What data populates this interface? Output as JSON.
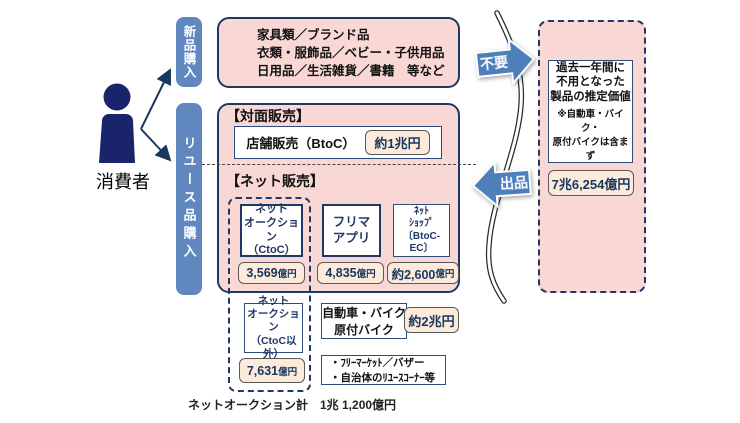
{
  "consumer": {
    "label": "消費者"
  },
  "bars": {
    "new_purchase": "新品購入",
    "reuse_purchase": "リユース品購入"
  },
  "flow_arrows": {
    "unneeded": "不要",
    "list_item": "出品"
  },
  "new_items_box": {
    "line1": "家具類／ブランド品",
    "line2": "衣類・服飾品／ベビー・子供用品",
    "line3": "日用品／生活雑貨／書籍　等など"
  },
  "reuse_box": {
    "face_heading": "【対面販売】",
    "store_label": "店舗販売（BtoC）",
    "store_value": "約1兆円",
    "net_heading": "【ネット販売】"
  },
  "net_channels": {
    "ctoc": {
      "line1": "ネット",
      "line2": "オークション",
      "line3": "（CtoC）",
      "value": "3,569",
      "unit": "億円"
    },
    "furima": {
      "line1": "フリマ",
      "line2": "アプリ",
      "value": "4,835",
      "unit": "億円"
    },
    "netshop": {
      "line1": "ﾈｯﾄ",
      "line2": "ｼｮｯﾌﾟ",
      "line3": "〔BtoC-EC〕",
      "value": "約2,600",
      "unit": "億円"
    },
    "ctoc_other": {
      "line1": "ネット",
      "line2": "オークション",
      "line3": "（CtoC以外）",
      "value": "7,631",
      "unit": "億円"
    }
  },
  "vehicle_box": {
    "line1": "自動車・バイク",
    "line2": "原付バイク",
    "value": "約2兆円"
  },
  "other_box": {
    "line1": "・ﾌﾘｰﾏｰｹｯﾄ／バザー",
    "line2": "・自治体のﾘﾕｰｽｺｰﾅｰ等"
  },
  "auction_total_note": "ネットオークション計　1兆 1,200億円",
  "estimate_box": {
    "line1": "過去一年間に",
    "line2": "不用となった",
    "line3": "製品の推定価値",
    "note1": "※自動車・バイク・",
    "note2": "原付バイクは含まず",
    "value": "7兆6,254億円"
  },
  "colors": {
    "panel_pink": "#f8d7d5",
    "navy": "#1f3864",
    "bar_blue": "#6088bf",
    "arrow_blue": "#4f7fba",
    "badge_peach": "#fcebdb"
  }
}
